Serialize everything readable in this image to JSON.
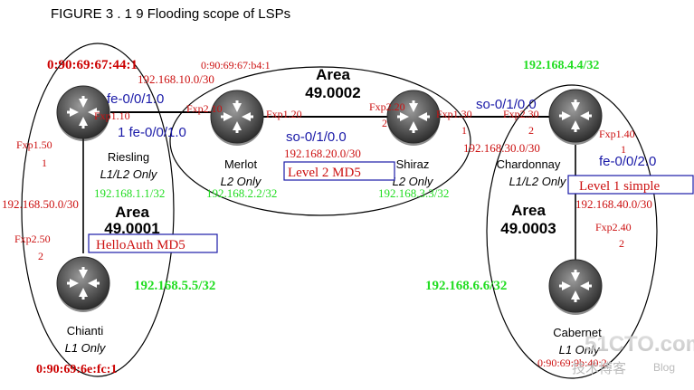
{
  "figure_title": "FIGURE 3 . 1 9 Flooding scope of LSPs",
  "areas": [
    {
      "label": "Area",
      "id": "49.0001"
    },
    {
      "label": "Area",
      "id": "49.0002"
    },
    {
      "label": "Area",
      "id": "49.0003"
    }
  ],
  "routers": [
    {
      "name": "Riesling",
      "role": "L1/L2 Only",
      "loopback": "192.168.1.1/32",
      "mac": "0:90:69:67:44:1"
    },
    {
      "name": "Merlot",
      "role": "L2 Only",
      "loopback": "192.168.2.2/32",
      "mac": "0:90:69:67:b4:1"
    },
    {
      "name": "Shiraz",
      "role": "L2 Only",
      "loopback": "192.168.3.3/32"
    },
    {
      "name": "Chardonnay",
      "role": "L1/L2 Only",
      "loopback": "192.168.4.4/32"
    },
    {
      "name": "Chianti",
      "role": "L1 Only",
      "loopback": "192.168.5.5/32",
      "mac": "0:90:69:6e:fc:1"
    },
    {
      "name": "Cabernet",
      "role": "L1 Only",
      "loopback": "192.168.6.6/32",
      "mac": "0:90:69:9b:40:2"
    }
  ],
  "interfaces": {
    "riesling_fe": "fe-0/0/1.0",
    "merlot_fe": "1 fe-0/0/1.0",
    "merlot_so": "so-0/1/0.0",
    "shiraz_so": "so-0/1/0.0",
    "chardonnay_fe": "fe-0/0/2.0"
  },
  "subnets": {
    "riesling_merlot": "192.168.10.0/30",
    "merlot_shiraz": "192.168.20.0/30",
    "shiraz_chardonnay": "192.168.30.0/30",
    "chardonnay_cabernet": "192.168.40.0/30",
    "riesling_chianti": "192.168.50.0/30"
  },
  "ports": {
    "fxp110": "Fxp1.10",
    "fxp210": "Fxp2.10",
    "fxp120": "Fxp1.20",
    "fxp220": "Fxp2.20",
    "two_220": "2",
    "fxp130": "Fxp1.30",
    "one_130": "1",
    "fxp230": "Fxp2.30",
    "two_230": "2",
    "fxp140": "Fxp1.40",
    "one_140": "1",
    "fxp240": "Fxp2.40",
    "two_240": "2",
    "fxp150": "Fxp1.50",
    "one_150": "1",
    "fxp250": "Fxp2.50",
    "two_250": "2"
  },
  "auth_boxes": {
    "hello": "HelloAuth MD5",
    "level2": "Level 2 MD5",
    "level1": "Level 1 simple"
  },
  "watermark": {
    "main": "51CTO.com",
    "sub": "技术博客",
    "blog": "Blog"
  },
  "colors": {
    "red": "#cc1111",
    "green": "#22dd22",
    "blue": "#1a1aa8",
    "mac_red": "#cc0000",
    "router_dark": "#4a4a4a"
  }
}
